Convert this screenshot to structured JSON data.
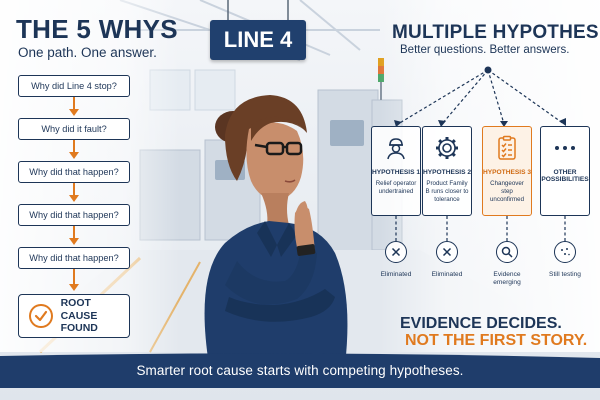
{
  "colors": {
    "navy": "#1d3557",
    "orange": "#e07a1f",
    "sign": "#20406e"
  },
  "left": {
    "title": "THE 5 WHYS",
    "subtitle": "One path. One answer.",
    "questions": [
      "Why did Line 4 stop?",
      "Why did it fault?",
      "Why did that happen?",
      "Why did that happen?",
      "Why did that happen?"
    ],
    "root_cause": "ROOT CAUSE FOUND",
    "root_icon": "check-circle-icon"
  },
  "sign": {
    "text": "LINE 4"
  },
  "right": {
    "title": "MULTIPLE HYPOTHESES",
    "subtitle": "Better questions. Better answers.",
    "hypotheses": [
      {
        "name": "HYPOTHESIS 1",
        "desc": "Relief operator undertrained",
        "icon": "operator-icon",
        "status": "Eliminated",
        "status_icon": "x-circle-icon"
      },
      {
        "name": "HYPOTHESIS 2",
        "desc": "Product Family B runs closer to tolerance",
        "icon": "gear-icon",
        "status": "Eliminated",
        "status_icon": "x-circle-icon"
      },
      {
        "name": "HYPOTHESIS 3",
        "desc": "Changeover step unconfirmed",
        "icon": "clipboard-checklist-icon",
        "status": "Evidence emerging",
        "status_icon": "magnifier-icon"
      },
      {
        "name": "OTHER POSSIBILITIES",
        "desc": "",
        "icon": "ellipsis-icon",
        "status": "Still testing",
        "status_icon": "dots-icon"
      }
    ],
    "evidence_line1": "EVIDENCE DECIDES.",
    "evidence_line2": "NOT THE FIRST STORY."
  },
  "banner": {
    "text": "Smarter root cause starts with competing hypotheses."
  }
}
